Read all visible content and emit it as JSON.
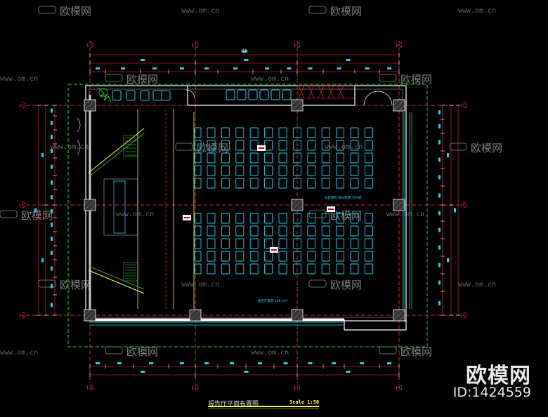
{
  "drawing": {
    "title": "报告厅平面布置图",
    "scale": "Scale 1:50",
    "room_area_label": "报告厅面积 168.5m²",
    "screen_label": "投影幕布 数码影像 可升降",
    "dimension_top": "总长"
  },
  "watermarks": {
    "brand": "欧模网",
    "url": "www.om.cn"
  },
  "logo": {
    "name": "欧模网",
    "id": "ID:1424559"
  },
  "grid_axes": {
    "columns": [
      "1",
      "2",
      "3",
      "4"
    ],
    "rows": [
      "A",
      "B",
      "C"
    ]
  },
  "colors": {
    "background": "#000000",
    "wall": "#ffffff",
    "seat": "#19d3e8",
    "dimension": "#ff3030",
    "outline": "#22cc22",
    "highlight": "#ffff30"
  }
}
